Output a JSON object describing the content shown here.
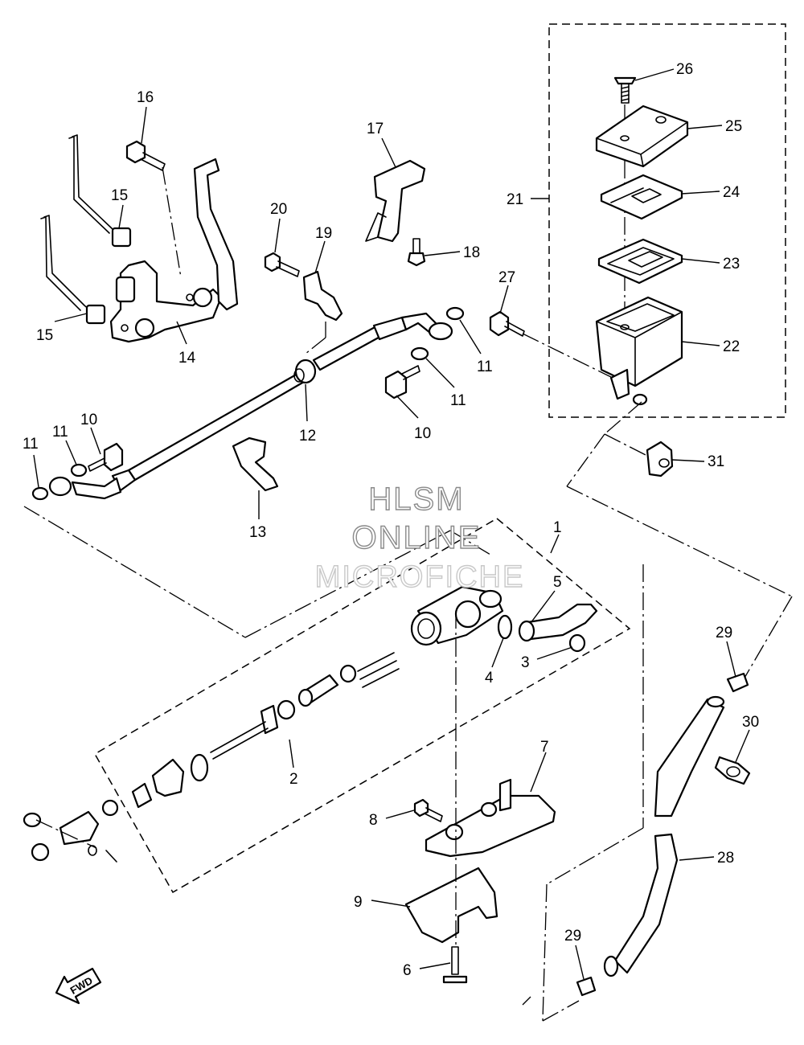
{
  "watermark": {
    "line1": "HLSM",
    "line2": "ONLINE",
    "line3": "MICROFICHE"
  },
  "direction_label": "FWD",
  "callouts": {
    "c1": "1",
    "c2": "2",
    "c3": "3",
    "c4": "4",
    "c5": "5",
    "c6": "6",
    "c7": "7",
    "c8": "8",
    "c9": "9",
    "c10a": "10",
    "c10b": "10",
    "c11a": "11",
    "c11b": "11",
    "c11c": "11",
    "c11d": "11",
    "c12": "12",
    "c13": "13",
    "c14": "14",
    "c15a": "15",
    "c15b": "15",
    "c16": "16",
    "c17": "17",
    "c18": "18",
    "c19": "19",
    "c20": "20",
    "c21": "21",
    "c22": "22",
    "c23": "23",
    "c24": "24",
    "c25": "25",
    "c26": "26",
    "c27": "27",
    "c28": "28",
    "c29a": "29",
    "c29b": "29",
    "c30": "30",
    "c31": "31"
  }
}
